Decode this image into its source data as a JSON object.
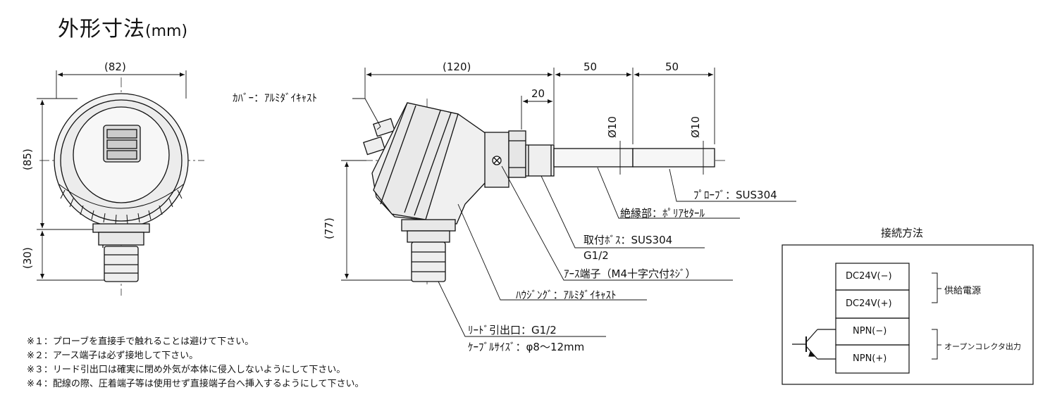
{
  "title": {
    "main": "外形寸法",
    "unit": "(mm)"
  },
  "front_view": {
    "width_dim": "(82)",
    "height_dim": "(85)",
    "gland_dim": "(30)"
  },
  "side_view": {
    "length_dim": "(120)",
    "probe_dim_1": "50",
    "probe_dim_2": "50",
    "boss_dim": "20",
    "height_dim": "(77)",
    "diameter_1": "Ø10",
    "diameter_2": "Ø10"
  },
  "callouts": {
    "cover": "ｶﾊﾞｰ：ｱﾙﾐﾀﾞｲｷｬｽﾄ",
    "probe": "ﾌﾟﾛｰﾌﾞ：SUS304",
    "insulation": "絶縁部：ﾎﾟﾘｱｾﾀｰﾙ",
    "boss": "取付ﾎﾞｽ：SUS304",
    "boss_thread": "G1/2",
    "earth": "ｱｰｽ端子（M4十字穴付ﾈｼﾞ）",
    "housing": "ﾊｳｼﾞﾝｸﾞ：ｱﾙﾐﾀﾞｲｷｬｽﾄ",
    "lead_outlet": "ﾘｰﾄﾞ引出口：G1/2",
    "cable_size": "ｹｰﾌﾞﾙｻｲｽﾞ：φ8～12mm"
  },
  "notes": [
    "※１：プローブを直接手で触れることは避けて下さい。",
    "※２：アース端子は必ず接地して下さい。",
    "※３：リード引出口は確実に閉め外気が本体に侵入しないようにして下さい。",
    "※４：配線の際、圧着端子等は使用せず直接端子台へ挿入するようにして下さい。"
  ],
  "wiring": {
    "title": "接続方法",
    "terminals": [
      "DC24V(−)",
      "DC24V(+)",
      "NPN(−)",
      "NPN(+)"
    ],
    "group_power": "供給電源",
    "group_output": "オープンコレクタ出力"
  }
}
